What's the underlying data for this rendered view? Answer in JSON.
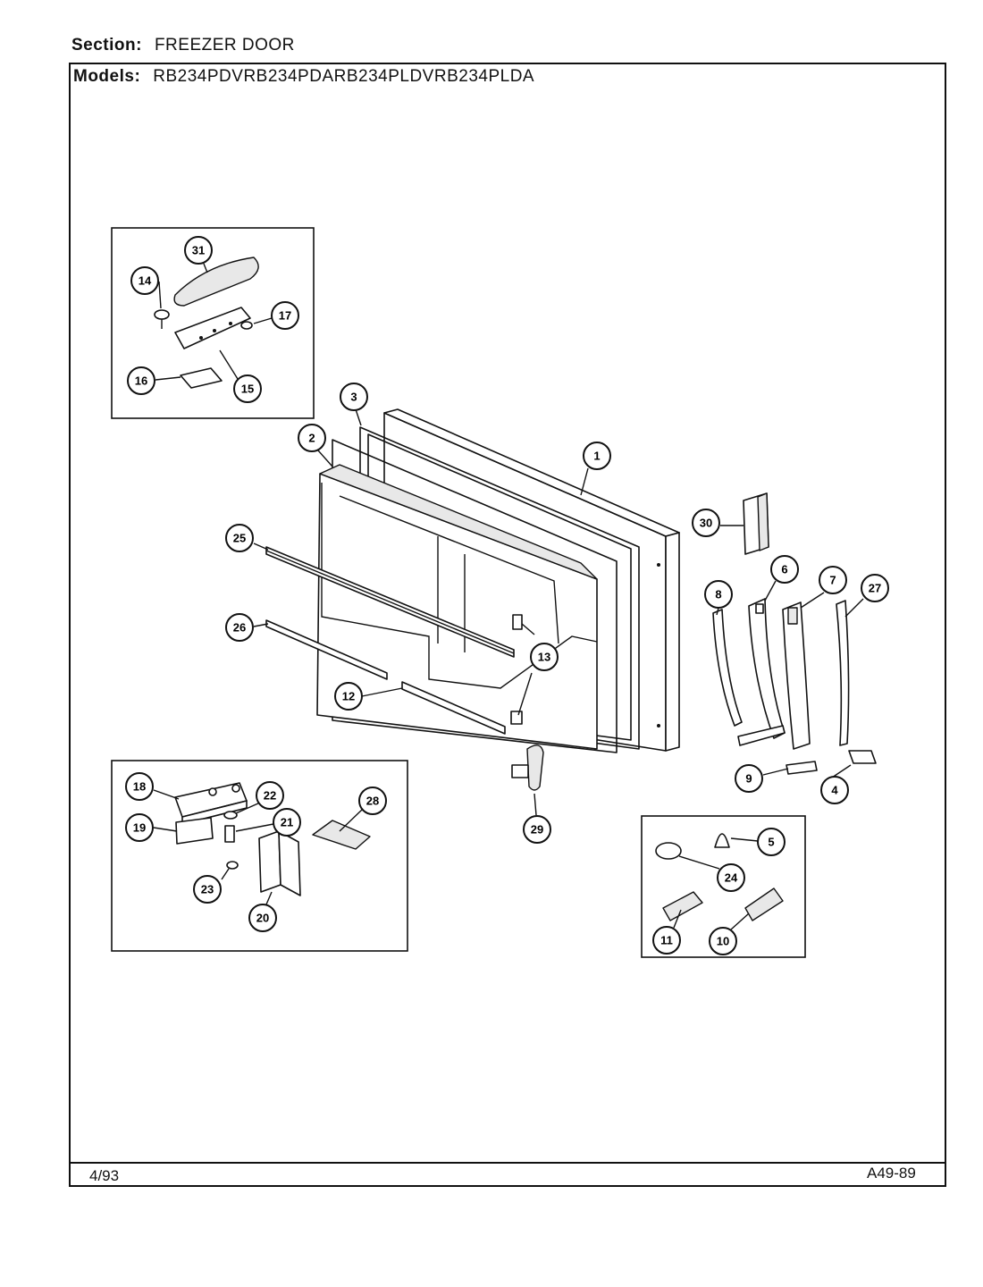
{
  "header": {
    "section_label": "Section:",
    "section_value": "FREEZER DOOR",
    "models_label": "Models:",
    "models": [
      "RB234PDV",
      "RB234PDA",
      "RB234PLDV",
      "RB234PLDA"
    ]
  },
  "footer": {
    "date": "4/93",
    "code": "A49-89"
  },
  "callouts": [
    "1",
    "2",
    "3",
    "4",
    "5",
    "6",
    "7",
    "8",
    "9",
    "10",
    "11",
    "12",
    "13",
    "14",
    "15",
    "16",
    "17",
    "18",
    "19",
    "20",
    "21",
    "22",
    "23",
    "24",
    "25",
    "26",
    "27",
    "28",
    "29",
    "30",
    "31"
  ]
}
